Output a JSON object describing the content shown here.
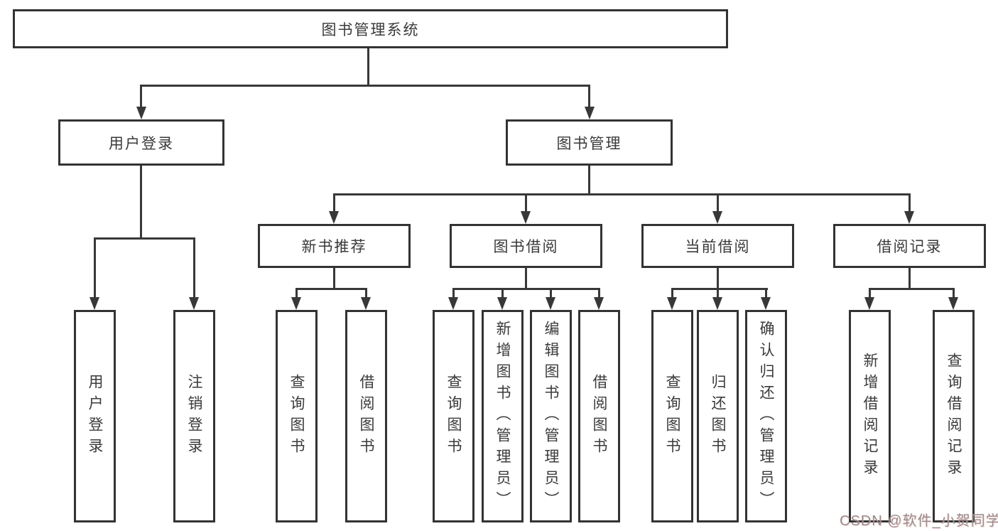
{
  "diagram": {
    "type": "hierarchy-tree",
    "watermark": "CSDN @软件_小贺同学",
    "colors": {
      "background": "#ffffff",
      "box_border": "#333333",
      "connector_line": "#383838",
      "text": "#3a3a3a",
      "watermark_text": "#9a8d8d"
    },
    "tree": {
      "label": "图书管理系统",
      "children": [
        {
          "label": "用户登录",
          "children": [
            {
              "label": "用户登录"
            },
            {
              "label": "注销登录"
            }
          ]
        },
        {
          "label": "图书管理",
          "children": [
            {
              "label": "新书推荐",
              "children": [
                {
                  "label": "查询图书"
                },
                {
                  "label": "借阅图书"
                }
              ]
            },
            {
              "label": "图书借阅",
              "children": [
                {
                  "label": "查询图书"
                },
                {
                  "label": "新增图书（管理员）"
                },
                {
                  "label": "编辑图书（管理员）"
                },
                {
                  "label": "借阅图书"
                }
              ]
            },
            {
              "label": "当前借阅",
              "children": [
                {
                  "label": "查询图书"
                },
                {
                  "label": "归还图书"
                },
                {
                  "label": "确认归还（管理员）"
                }
              ]
            },
            {
              "label": "借阅记录",
              "children": [
                {
                  "label": "新增借阅记录"
                },
                {
                  "label": "查询借阅记录"
                }
              ]
            }
          ]
        }
      ]
    }
  }
}
